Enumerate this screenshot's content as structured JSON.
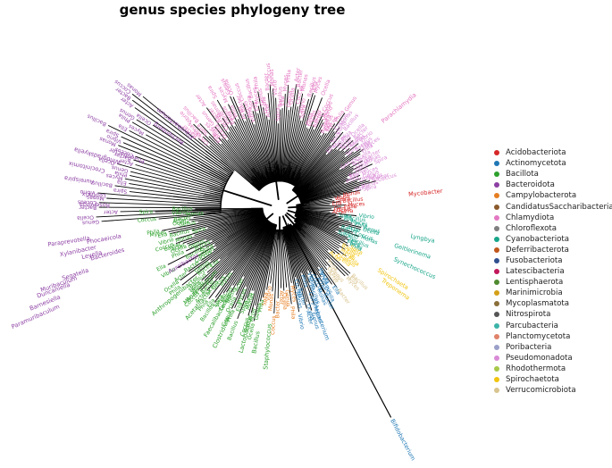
{
  "title": "genus species phylogeny tree",
  "legend": [
    {
      "label": "Acidobacteriota",
      "color": "#d62728"
    },
    {
      "label": "Actinomycetota",
      "color": "#1f77b4"
    },
    {
      "label": "Bacillota",
      "color": "#2ca02c"
    },
    {
      "label": "Bacteroidota",
      "color": "#8c3fa3"
    },
    {
      "label": "Campylobacterota",
      "color": "#e67e22"
    },
    {
      "label": "CandidatusSaccharibacteria",
      "color": "#8b5a2b"
    },
    {
      "label": "Chlamydiota",
      "color": "#e377c2"
    },
    {
      "label": "Chloroflexota",
      "color": "#7f7f7f"
    },
    {
      "label": "Cyanobacteriota",
      "color": "#17a589"
    },
    {
      "label": "Deferribacterota",
      "color": "#c0561a"
    },
    {
      "label": "Fusobacteriota",
      "color": "#2f4f8f"
    },
    {
      "label": "Latescibacteria",
      "color": "#c2185b"
    },
    {
      "label": "Lentisphaerota",
      "color": "#4f8a2f"
    },
    {
      "label": "Marinimicrobia",
      "color": "#d4a017"
    },
    {
      "label": "Mycoplasmatota",
      "color": "#8b6f3a"
    },
    {
      "label": "Nitrospirota",
      "color": "#555555"
    },
    {
      "label": "Parcubacteria",
      "color": "#3bb3a8"
    },
    {
      "label": "Planctomycetota",
      "color": "#e0826a"
    },
    {
      "label": "Poribacteria",
      "color": "#9aa0c8"
    },
    {
      "label": "Pseudomonadota",
      "color": "#d98ad6"
    },
    {
      "label": "Rhodothermota",
      "color": "#a8c84a"
    },
    {
      "label": "Spirochaetota",
      "color": "#f1c40f"
    },
    {
      "label": "Verrucomicrobiota",
      "color": "#d9c48f"
    }
  ],
  "tip_labels": [
    {
      "text": "Phaeobacter",
      "color": "#8c3fa3"
    },
    {
      "text": "Rechenberg",
      "color": "#8c3fa3"
    },
    {
      "text": "Flavobacterium",
      "color": "#8c3fa3"
    },
    {
      "text": "Aureispira",
      "color": "#8c3fa3"
    },
    {
      "text": "Crocinitomix",
      "color": "#8c3fa3"
    },
    {
      "text": "Winogradskyella",
      "color": "#8c3fa3"
    },
    {
      "text": "Lepthrix",
      "color": "#8c3fa3"
    },
    {
      "text": "Roseivirga",
      "color": "#8c3fa3"
    },
    {
      "text": "Paraprevotella",
      "color": "#8c3fa3"
    },
    {
      "text": "Xylanibacter",
      "color": "#8c3fa3"
    },
    {
      "text": "Leyella",
      "color": "#8c3fa3"
    },
    {
      "text": "Segatella",
      "color": "#8c3fa3"
    },
    {
      "text": "Bacteroides",
      "color": "#8c3fa3"
    },
    {
      "text": "Phocaeicola",
      "color": "#8c3fa3"
    },
    {
      "text": "Barnesiella",
      "color": "#8c3fa3"
    },
    {
      "text": "Paramuribaculum",
      "color": "#8c3fa3"
    },
    {
      "text": "Duncaniella",
      "color": "#8c3fa3"
    },
    {
      "text": "Muribaculum",
      "color": "#8c3fa3"
    },
    {
      "text": "Aureibacter",
      "color": "#8c3fa3"
    },
    {
      "text": "Mycobacter",
      "color": "#d62728"
    },
    {
      "text": "Parachlamydia",
      "color": "#e377c2"
    },
    {
      "text": "Lyngbya",
      "color": "#17a589"
    },
    {
      "text": "Geitlerinema",
      "color": "#17a589"
    },
    {
      "text": "Synechococcus",
      "color": "#17a589"
    },
    {
      "text": "Bifidobacterium",
      "color": "#1f77b4"
    },
    {
      "text": "Corynebacterium",
      "color": "#1f77b4"
    },
    {
      "text": "Anaerotignum",
      "color": "#2ca02c"
    },
    {
      "text": "Faecalibacterium",
      "color": "#2ca02c"
    },
    {
      "text": "Staphylococcus",
      "color": "#2ca02c"
    },
    {
      "text": "Clostridium",
      "color": "#2ca02c"
    },
    {
      "text": "Lactobacillus",
      "color": "#2ca02c"
    },
    {
      "text": "Bacillus",
      "color": "#2ca02c"
    },
    {
      "text": "Anthropogenibacter",
      "color": "#2ca02c"
    },
    {
      "text": "Acetatifactor",
      "color": "#2ca02c"
    },
    {
      "text": "Treponema",
      "color": "#f1c40f"
    },
    {
      "text": "Spirochaeta",
      "color": "#f1c40f"
    }
  ]
}
